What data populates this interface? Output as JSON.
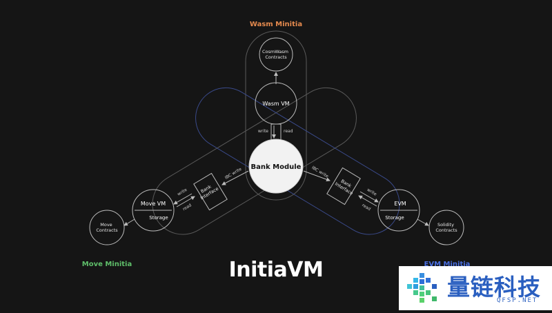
{
  "diagram": {
    "branches": {
      "wasm": {
        "label": "Wasm Minitia",
        "color": "#e58a4e"
      },
      "move": {
        "label": "Move Minitia",
        "color": "#5fbf6a"
      },
      "evm": {
        "label": "EVM Minitia",
        "color": "#4a6fe0"
      }
    },
    "nodes": {
      "bank_module": "Bank Module",
      "cosmwasm_contracts": [
        "CosmWasm",
        "Contracts"
      ],
      "wasm_vm": "Wasm VM",
      "move_vm": "Move VM",
      "move_storage": "Storage",
      "move_contracts": [
        "Move",
        "Contracts"
      ],
      "move_bank_interface": [
        "Bank",
        "Interface"
      ],
      "evm": "EVM",
      "evm_storage": "Storage",
      "solidity_contracts": [
        "Solidity",
        "Contracts"
      ],
      "evm_bank_interface": [
        "Bank",
        "Interface"
      ]
    },
    "edge_labels": {
      "wasm_write": "write",
      "wasm_read": "read",
      "move_ibc_write": "IBC write",
      "move_write": "write",
      "move_read": "read",
      "evm_ibc_write": "IBC write",
      "evm_write": "write",
      "evm_read": "read"
    },
    "title": "InitiaVM"
  },
  "watermark": {
    "chinese": "量链科技",
    "domain": "QFSP.NET",
    "color": "#2a5fc0"
  }
}
